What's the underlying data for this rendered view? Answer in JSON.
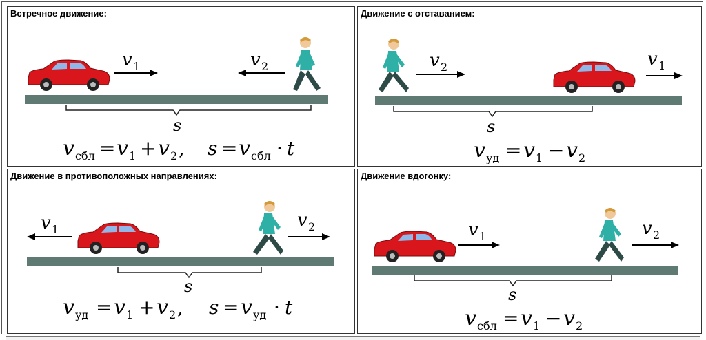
{
  "panels": [
    {
      "title": "Встречное движение:"
    },
    {
      "title": "Движение с отставанием:"
    },
    {
      "title": "Движение в противоположных направлениях:"
    },
    {
      "title": "Движение вдогонку:"
    }
  ],
  "symbols": {
    "v": "v",
    "one": "1",
    "two": "2",
    "s": "s",
    "t": "t",
    "equals": "=",
    "plus": "+",
    "minus": "−",
    "comma": ",",
    "dot": "·",
    "sub_approach": "сбл",
    "sub_separation": "уд"
  },
  "colors": {
    "car_body": "#d8161c",
    "car_window": "#8fb8e8",
    "road": "#5f7a72",
    "person_shirt": "#2fb0a6",
    "person_pants": "#2d4a46",
    "person_hair": "#d49a3a"
  }
}
